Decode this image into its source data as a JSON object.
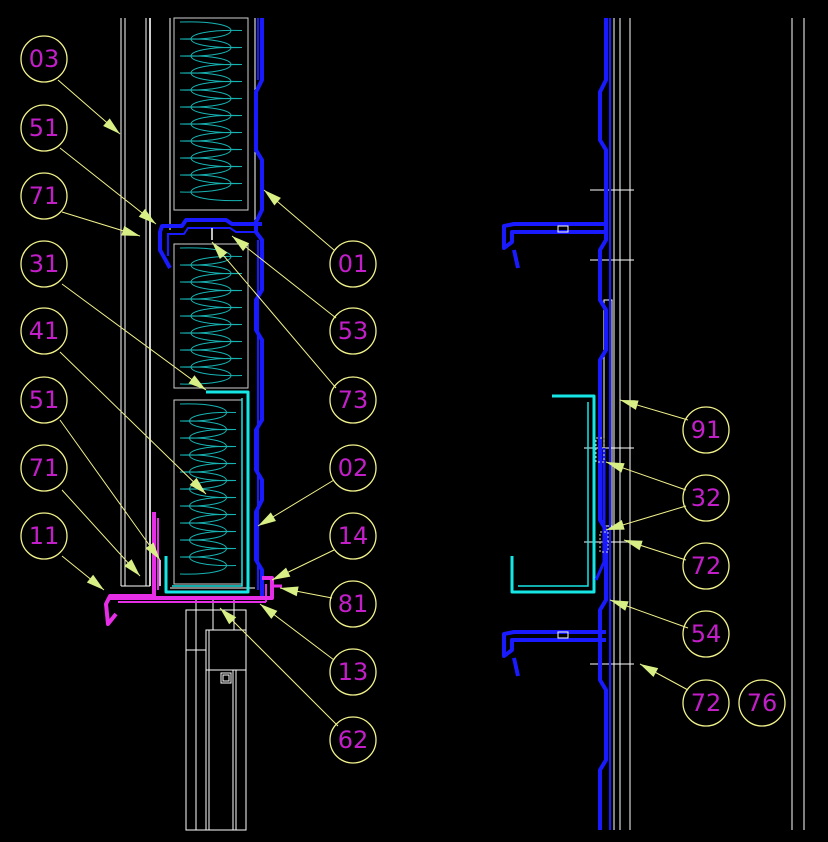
{
  "drawing": {
    "callouts": [
      "03",
      "51",
      "71",
      "31",
      "41",
      "51",
      "71",
      "11",
      "01",
      "53",
      "73",
      "02",
      "14",
      "81",
      "13",
      "62",
      "91",
      "32",
      "72",
      "54",
      "72",
      "76"
    ],
    "colors": {
      "background": "#000000",
      "label_text": "#c21fc8",
      "bubble_and_leader": "#f2f28c",
      "arrowhead": "#d8ef86",
      "steel_profile": "#1a1aff",
      "subframe_channel": "#17e6e6",
      "flashing": "#e62ee6",
      "insulation": "#17b3b3",
      "frame_lines": "#ffffff"
    }
  }
}
